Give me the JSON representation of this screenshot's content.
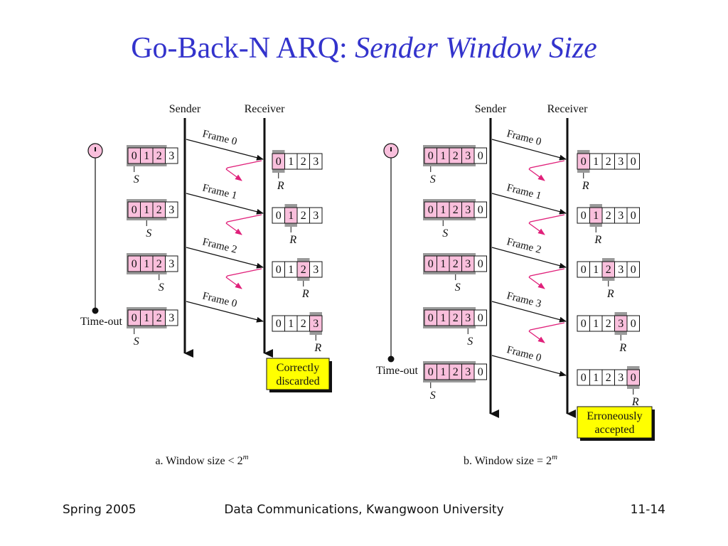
{
  "title": {
    "main": "Go-Back-N ARQ: ",
    "italic": "Sender Window Size"
  },
  "footer": {
    "left": "Spring 2005",
    "center": "Data Communications, Kwangwoon University",
    "right": "11-14"
  },
  "colors": {
    "title": "#3333cc",
    "window_highlight": "#f9bfdc",
    "ack_arrow": "#e0207a",
    "note_box": "#ffff00"
  },
  "icons": {
    "timer": "clock-icon"
  },
  "diagrams": [
    {
      "id": "a",
      "sender_label": "Sender",
      "receiver_label": "Receiver",
      "caption": "a. Window size < 2",
      "caption_sup": "m",
      "timeout_label": "Time-out",
      "sender_pointer": "S",
      "receiver_pointer": "R",
      "note_line1": "Correctly",
      "note_line2": "discarded",
      "sequence": [
        "0",
        "1",
        "2",
        "3"
      ],
      "window_size": 3,
      "frames": [
        {
          "label": "Frame 0",
          "s_index": 0,
          "r_index": 0
        },
        {
          "label": "Frame 1",
          "s_index": 1,
          "r_index": 1
        },
        {
          "label": "Frame 2",
          "s_index": 2,
          "r_index": 2
        },
        {
          "label": "Frame 0",
          "s_index": 0,
          "r_index": 3
        }
      ]
    },
    {
      "id": "b",
      "sender_label": "Sender",
      "receiver_label": "Receiver",
      "caption": "b. Window size = 2",
      "caption_sup": "m",
      "timeout_label": "Time-out",
      "sender_pointer": "S",
      "receiver_pointer": "R",
      "note_line1": "Erroneously",
      "note_line2": "accepted",
      "sequence": [
        "0",
        "1",
        "2",
        "3",
        "0"
      ],
      "window_size": 4,
      "frames": [
        {
          "label": "Frame 0",
          "s_index": 0,
          "r_index": 0
        },
        {
          "label": "Frame 1",
          "s_index": 1,
          "r_index": 1
        },
        {
          "label": "Frame 2",
          "s_index": 2,
          "r_index": 2
        },
        {
          "label": "Frame 3",
          "s_index": 3,
          "r_index": 3
        },
        {
          "label": "Frame 0",
          "s_index": 0,
          "r_index": 4
        }
      ]
    }
  ]
}
